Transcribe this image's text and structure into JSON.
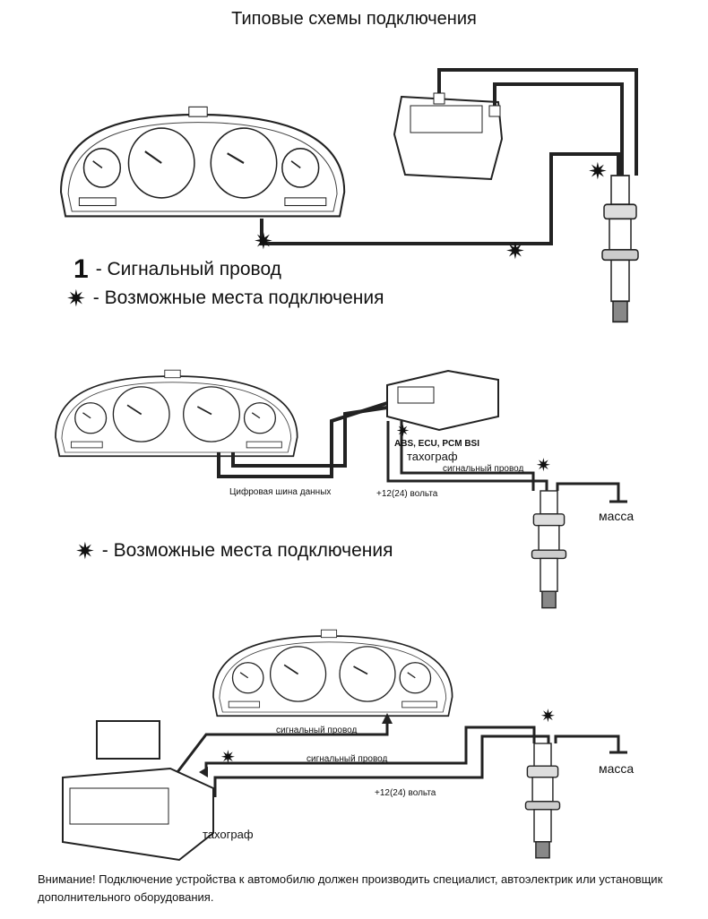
{
  "page": {
    "title": "Типовые схемы подключения",
    "warning": "Внимание! Подключение устройства к автомобилю должен производить специалист, автоэлектрик или установщик дополнительного оборудования."
  },
  "diagram1": {
    "legend_number": "1",
    "legend_signal": "- Сигнальный провод",
    "legend_star": "✷",
    "legend_places": "-  Возможные места подключения"
  },
  "diagram2": {
    "ecu_label": "ABS, ECU, PCM BSI",
    "tacho_label": "тахограф",
    "signal_label": "сигнальный провод",
    "bus_label": "Цифровая шина данных",
    "power_label": "+12(24) вольта",
    "ground_label": "масса",
    "legend_star": "✷",
    "legend_places": "-  Возможные места подключения"
  },
  "diagram3": {
    "signal_label_top": "сигнальный провод",
    "signal_label_mid": "сигнальный провод",
    "power_label": "+12(24) вольта",
    "ground_label": "масса",
    "tacho_label": "тахограф"
  }
}
